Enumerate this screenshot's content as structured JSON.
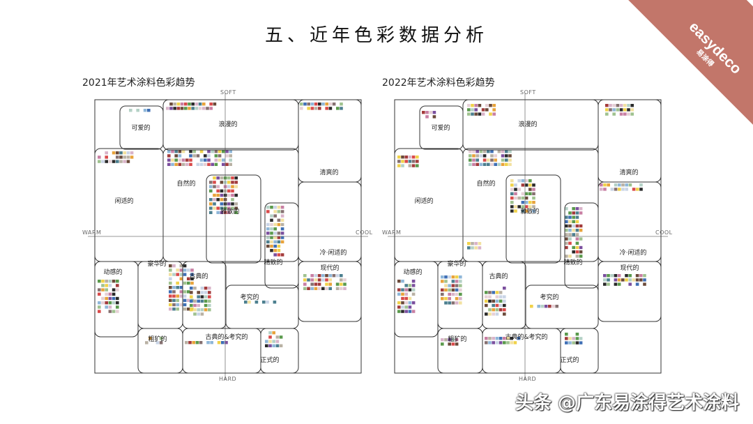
{
  "page_title": "五、近年色彩数据分析",
  "brand": {
    "logo_text": "easydeco",
    "logo_cn": "易涂得",
    "corner_color": "#C2766A"
  },
  "axis_labels": {
    "top": "SOFT",
    "bottom": "HARD",
    "left": "WARM",
    "right": "COOL"
  },
  "panels": [
    {
      "title": "2021年艺术涂料色彩趋势",
      "regions": [
        "可爱的",
        "浪漫的",
        "清爽的",
        "闲适的",
        "自然的",
        "雅致的",
        "冷·闲适的",
        "精致的",
        "动感的",
        "豪华的",
        "古典的",
        "现代的",
        "考究的",
        "粗犷的",
        "古典的&考究的",
        "正式的"
      ]
    },
    {
      "title": "2022年艺术涂料色彩趋势",
      "regions": [
        "可爱的",
        "浪漫的",
        "清爽的",
        "闲适的",
        "自然的",
        "雅致的",
        "冷·闲适的",
        "精致的",
        "动感的",
        "豪华的",
        "古典的",
        "现代的",
        "考究的",
        "粗犷的",
        "古典的&考究的",
        "正式的"
      ]
    }
  ],
  "watermark": "头条 @广东易涂得艺术涂料"
}
